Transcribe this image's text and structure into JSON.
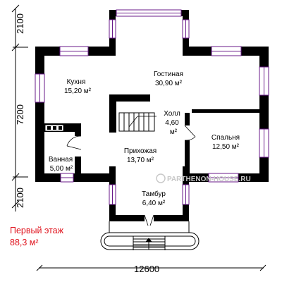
{
  "floor_title": "Первый этаж",
  "floor_area": "88,3 м²",
  "dimensions": {
    "top": "2100",
    "middle": "7200",
    "bottom": "2100",
    "width": "12600"
  },
  "rooms": {
    "kitchen": {
      "name": "Кухня",
      "area": "15,20 м²"
    },
    "living": {
      "name": "Гостиная",
      "area": "30,90 м²"
    },
    "hall": {
      "name": "Холл",
      "area": "4,60",
      "unit": "м²"
    },
    "bedroom": {
      "name": "Спальня",
      "area": "12,50 м²"
    },
    "bathroom": {
      "name": "Ванная",
      "area": "5,00 м²"
    },
    "entrance": {
      "name": "Прихожая",
      "area": "13,70 м²"
    },
    "vestibule": {
      "name": "Тамбур",
      "area": "6,40 м²"
    }
  },
  "watermark": "PARTHENON-HOUSE.RU"
}
